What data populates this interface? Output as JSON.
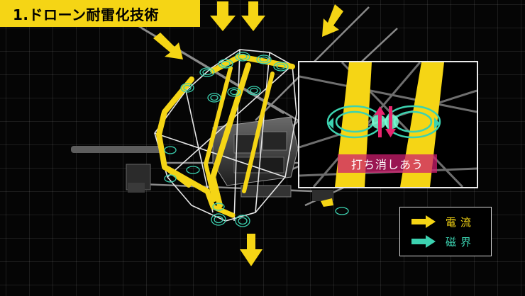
{
  "title": "1.ドローン耐雷化技術",
  "inset": {
    "caption": "打ち消しあう"
  },
  "legend": {
    "current_label": "電流",
    "magnetic_label": "磁界"
  },
  "colors": {
    "title_bg": "#f5d515",
    "current_arrow": "#f5d515",
    "magnetic_field": "#3cd2b0",
    "caption_bg": "#cd1e6e",
    "grid": "#ffffff"
  },
  "icons": [
    "current-arrow-icon",
    "magnetic-arrow-icon",
    "opposing-arrows-icon",
    "field-loop-icon"
  ]
}
